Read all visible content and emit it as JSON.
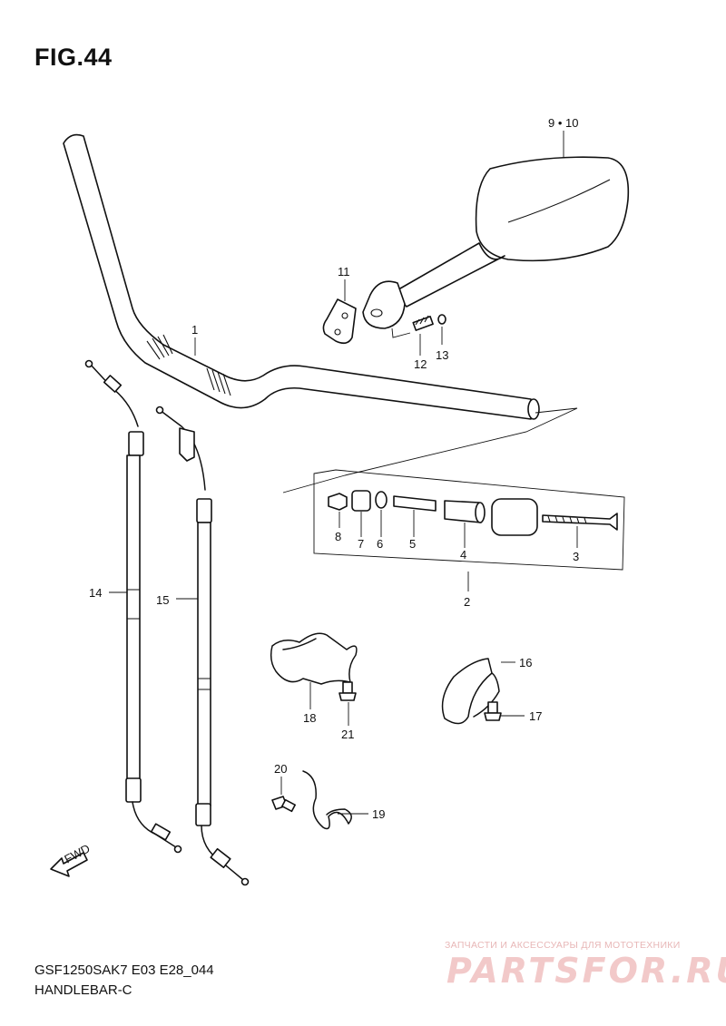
{
  "figure": {
    "title": "FIG.44"
  },
  "footer": {
    "model_code": "GSF1250SAK7 E03 E28_044",
    "section_name": "HANDLEBAR-C"
  },
  "watermark": {
    "tagline": "ЗАПЧАСТИ И АКСЕССУАРЫ ДЛЯ МОТОТЕХНИКИ",
    "brand": "PARTSFOR.RU"
  },
  "fwd_label": "FWD",
  "callouts": {
    "p1": "1",
    "p2": "2",
    "p3": "3",
    "p4": "4",
    "p5": "5",
    "p6": "6",
    "p7": "7",
    "p8": "8",
    "p9_10": "9 • 10",
    "p11": "11",
    "p12": "12",
    "p13": "13",
    "p14": "14",
    "p15": "15",
    "p16": "16",
    "p17": "17",
    "p18": "18",
    "p19": "19",
    "p20": "20",
    "p21": "21"
  }
}
